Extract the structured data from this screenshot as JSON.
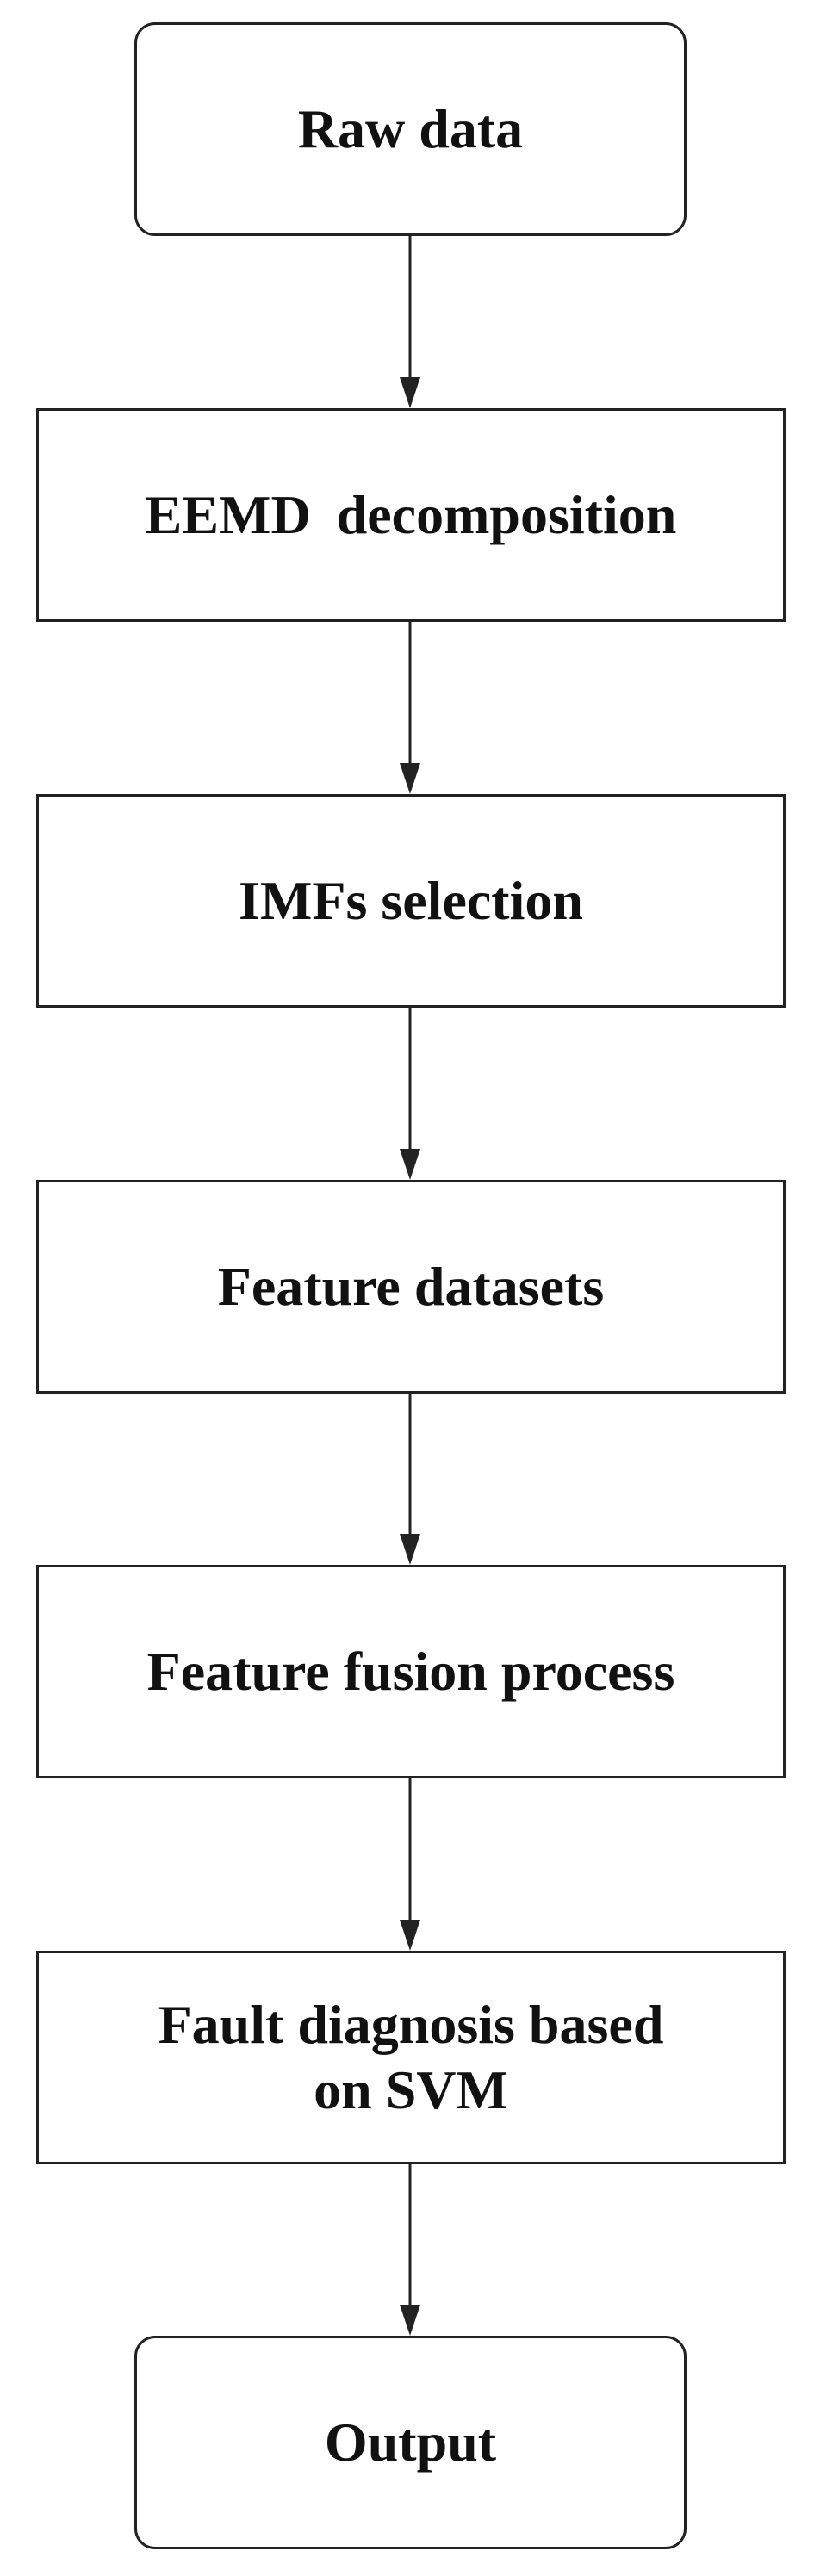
{
  "flowchart": {
    "nodes": [
      {
        "id": "raw",
        "label": "Raw data"
      },
      {
        "id": "eemd",
        "label": "EEMD  decomposition"
      },
      {
        "id": "imfs",
        "label": "IMFs selection"
      },
      {
        "id": "feat",
        "label": "Feature datasets"
      },
      {
        "id": "fusion",
        "label": "Feature fusion process"
      },
      {
        "id": "svm",
        "label": "Fault diagnosis based\non SVM"
      },
      {
        "id": "out",
        "label": "Output"
      }
    ],
    "edges": [
      {
        "from": "raw",
        "to": "eemd"
      },
      {
        "from": "eemd",
        "to": "imfs"
      },
      {
        "from": "imfs",
        "to": "feat"
      },
      {
        "from": "feat",
        "to": "fusion"
      },
      {
        "from": "fusion",
        "to": "svm"
      },
      {
        "from": "svm",
        "to": "out"
      }
    ]
  }
}
